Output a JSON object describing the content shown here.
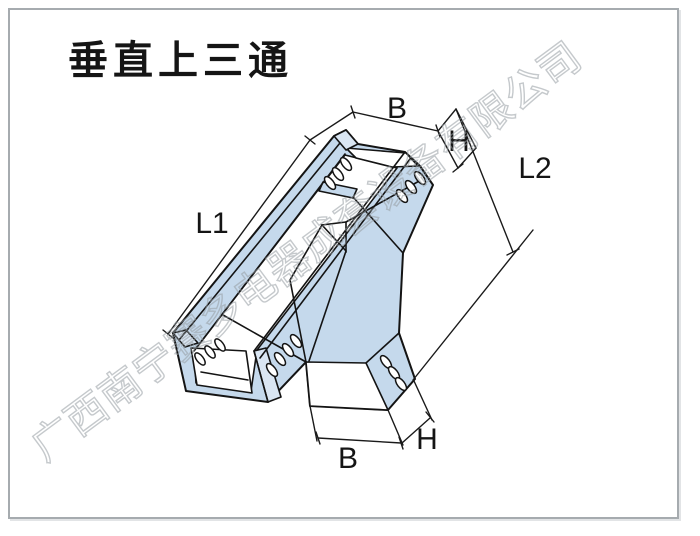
{
  "page": {
    "title": "垂直上三通",
    "watermark": "广西南宁赛多电器成套设备有限公司"
  },
  "diagram": {
    "type": "isometric-technical-drawing",
    "subject": "vertical-up-tee-cable-tray-fitting",
    "dimension_labels": {
      "l1": "L1",
      "b_top": "B",
      "h_top": "H",
      "l2": "L2",
      "b_bottom": "B",
      "h_bottom": "H"
    },
    "colors": {
      "body": "#c5d9ec",
      "body_light": "#dae6f3",
      "interior": "#ffffff",
      "outline": "#141414",
      "dim_line": "#1a1a1a",
      "watermark": "#9aa0a6",
      "frame": "#a6abaf"
    }
  }
}
